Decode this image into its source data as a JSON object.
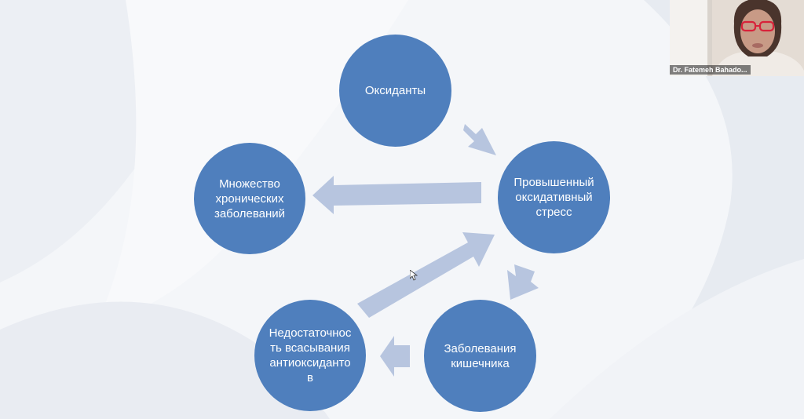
{
  "diagram": {
    "nodes": [
      {
        "id": "oxidants",
        "lines": [
          "Оксиданты"
        ]
      },
      {
        "id": "stress",
        "lines": [
          "Провышенный",
          "оксидативный",
          "стресс"
        ]
      },
      {
        "id": "chronic",
        "lines": [
          "Множество",
          "хронических",
          "заболеваний"
        ]
      },
      {
        "id": "gut",
        "lines": [
          "Заболевания",
          "кишечника"
        ]
      },
      {
        "id": "absorption",
        "lines": [
          "Недостаточнос",
          "ть всасывания",
          "антиоксиданто",
          "в"
        ]
      }
    ],
    "edges": [
      {
        "from": "oxidants",
        "to": "stress"
      },
      {
        "from": "stress",
        "to": "chronic"
      },
      {
        "from": "stress",
        "to": "gut"
      },
      {
        "from": "gut",
        "to": "absorption"
      },
      {
        "from": "absorption",
        "to": "stress"
      }
    ],
    "colors": {
      "node": "#4f7fbd",
      "arrow": "#b7c5df",
      "node_text": "#ffffff"
    }
  },
  "video": {
    "participant_name": "Dr. Fatemeh Bahado..."
  }
}
